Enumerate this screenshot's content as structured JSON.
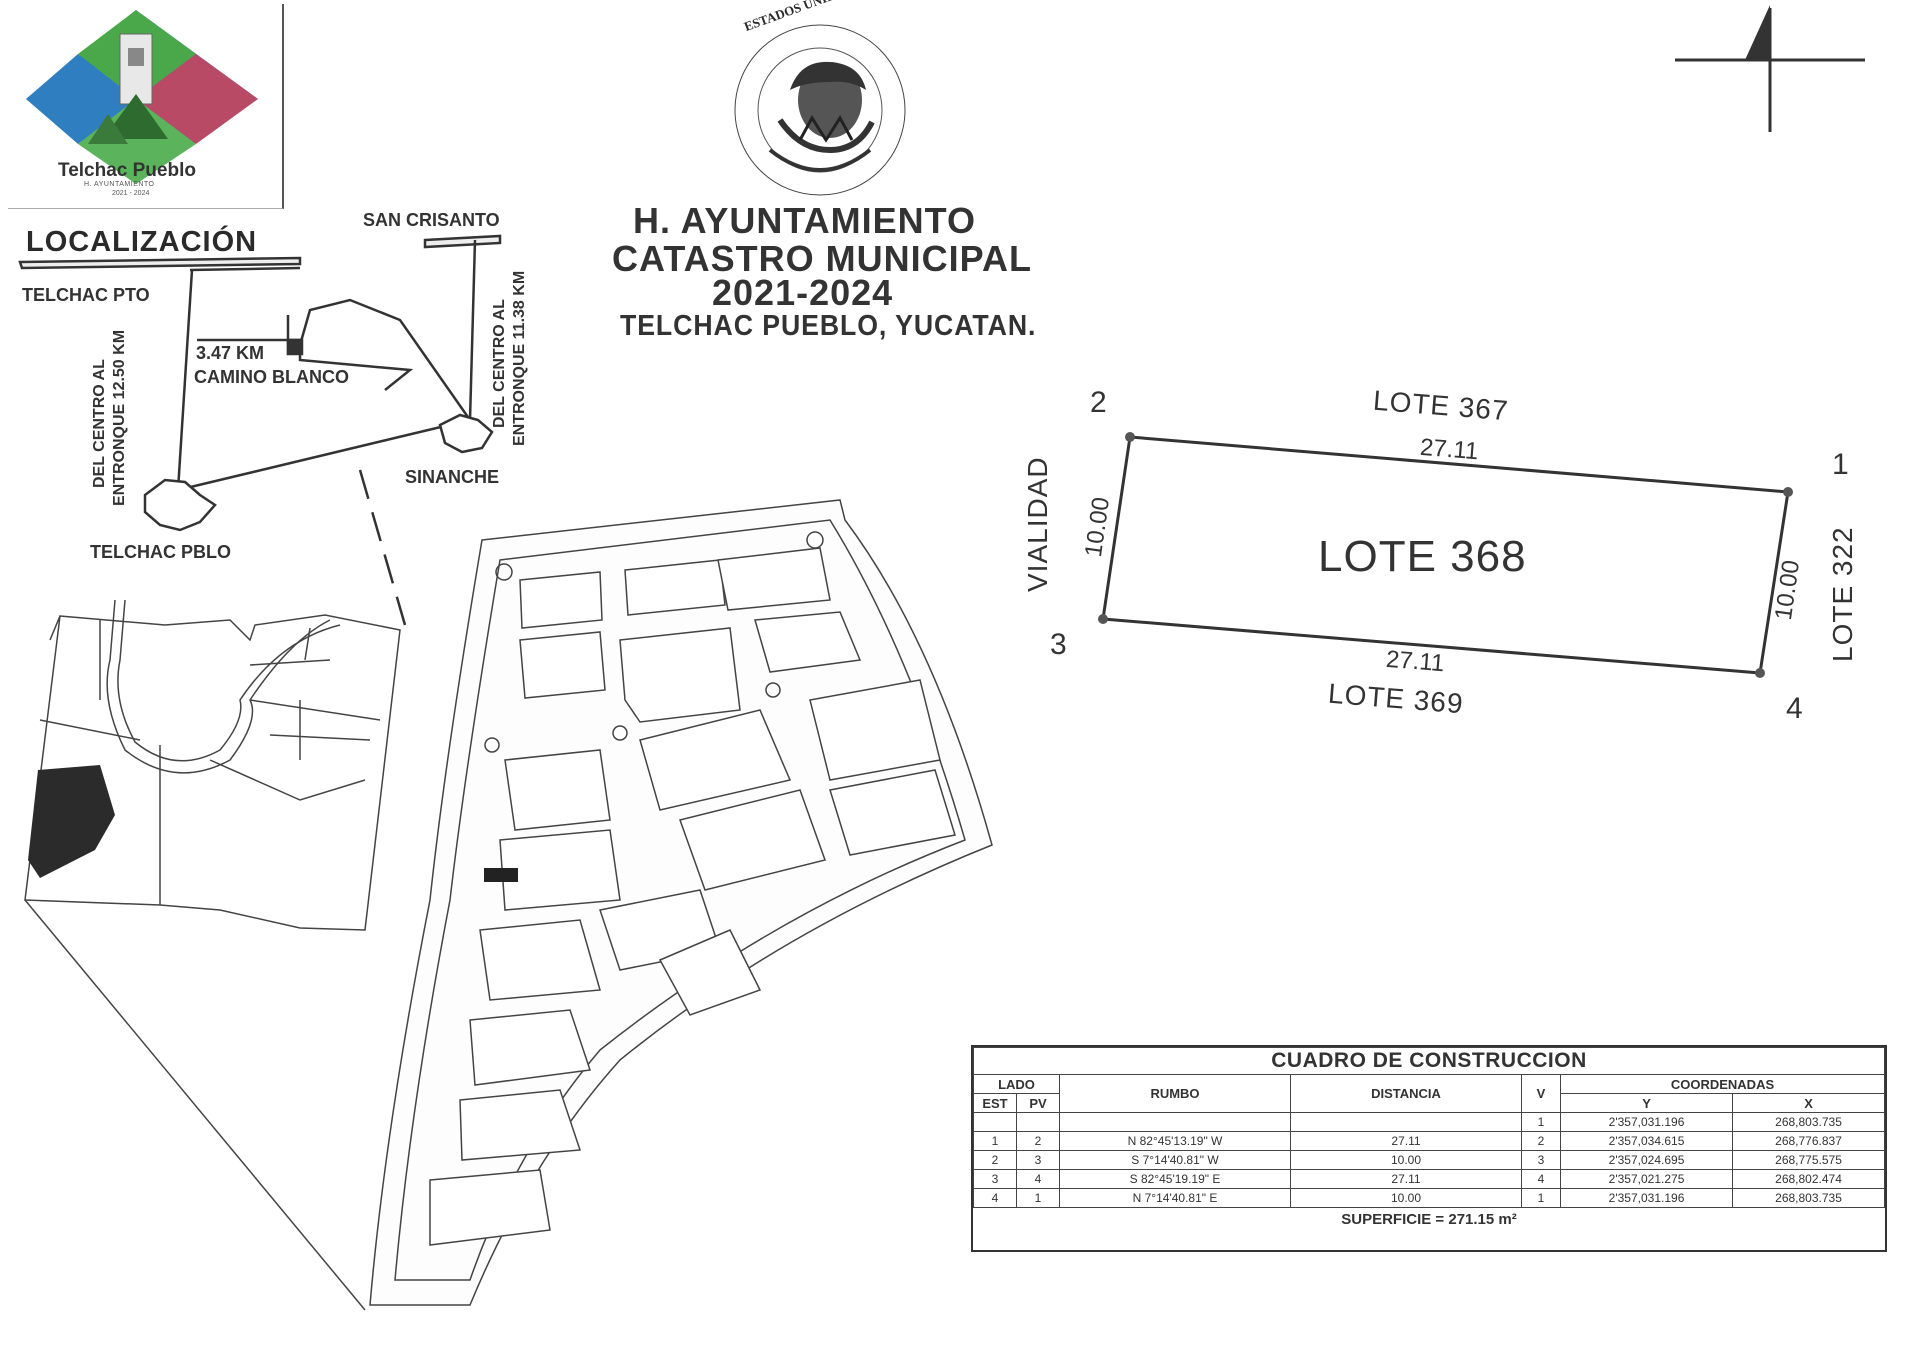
{
  "logo": {
    "title": "Telchac Pueblo",
    "sub1": "H. AYUNTAMIENTO",
    "sub2": "2021 - 2024"
  },
  "seal": {
    "text": "ESTADOS UNIDOS MEXICANOS"
  },
  "heading": {
    "line1": "H. AYUNTAMIENTO",
    "line2": "CATASTRO MUNICIPAL",
    "line3": "2021-2024",
    "line4": "TELCHAC PUEBLO, YUCATAN."
  },
  "location_map": {
    "title": "LOCALIZACIÓN",
    "labels": {
      "telchac_pto": "TELCHAC PTO",
      "san_crisanto": "SAN CRISANTO",
      "km_347": "3.47 KM",
      "camino_blanco": "CAMINO BLANCO",
      "sinanche": "SINANCHE",
      "telchac_pblo": "TELCHAC PBLO",
      "left_road_1": "DEL CENTRO AL",
      "left_road_2": "ENTRONQUE 12.50 KM",
      "right_road_1": "DEL CENTRO AL",
      "right_road_2": "ENTRONQUE 11.38 KM"
    }
  },
  "lot_drawing": {
    "main": "LOTE 368",
    "north": "LOTE 367",
    "south": "LOTE 369",
    "east": "LOTE 322",
    "west": "VIALIDAD",
    "dim_top": "27.11",
    "dim_bottom": "27.11",
    "dim_left": "10.00",
    "dim_right": "10.00",
    "vertices": [
      "1",
      "2",
      "3",
      "4"
    ]
  },
  "construction_table": {
    "caption": "CUADRO DE CONSTRUCCION",
    "h_lado": "LADO",
    "h_est": "EST",
    "h_pv": "PV",
    "h_rumbo": "RUMBO",
    "h_distancia": "DISTANCIA",
    "h_v": "V",
    "h_coordenadas": "COORDENADAS",
    "h_y": "Y",
    "h_x": "X",
    "first_row": {
      "v": "1",
      "y": "2'357,031.196",
      "x": "268,803.735"
    },
    "rows": [
      {
        "est": "1",
        "pv": "2",
        "rumbo": "N 82°45'13.19\" W",
        "distancia": "27.11",
        "v": "2",
        "y": "2'357,034.615",
        "x": "268,776.837"
      },
      {
        "est": "2",
        "pv": "3",
        "rumbo": "S 7°14'40.81\" W",
        "distancia": "10.00",
        "v": "3",
        "y": "2'357,024.695",
        "x": "268,775.575"
      },
      {
        "est": "3",
        "pv": "4",
        "rumbo": "S 82°45'19.19\" E",
        "distancia": "27.11",
        "v": "4",
        "y": "2'357,021.275",
        "x": "268,802.474"
      },
      {
        "est": "4",
        "pv": "1",
        "rumbo": "N 7°14'40.81\" E",
        "distancia": "10.00",
        "v": "1",
        "y": "2'357,031.196",
        "x": "268,803.735"
      }
    ],
    "superficie": "SUPERFICIE = 271.15 m²"
  }
}
